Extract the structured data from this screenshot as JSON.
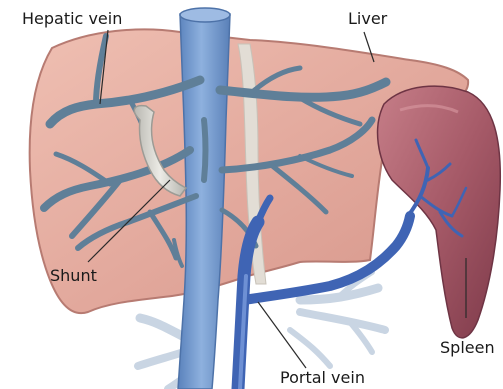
{
  "labels": {
    "hepatic_vein": "Hepatic vein",
    "liver": "Liver",
    "shunt": "Shunt",
    "spleen": "Spleen",
    "portal_vein": "Portal vein"
  },
  "colors": {
    "liver": "#e2a89c",
    "liver_edge": "#b77b72",
    "spleen": "#9c5060",
    "hepatic_vein": "#5f7f98",
    "vena_cava": "#6f96cc",
    "portal_vein": "#3f64b4",
    "shunt": "#d3d2cc",
    "intestinal_vessels": "#c9d5e3",
    "ligament": "#e2ddd5",
    "leader": "#2a2a2a"
  }
}
